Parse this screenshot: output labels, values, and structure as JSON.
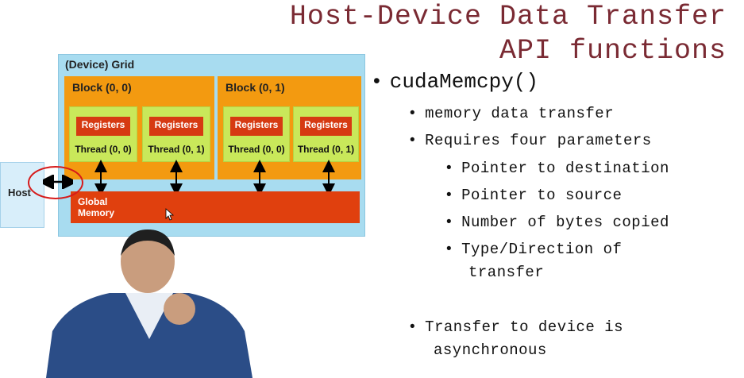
{
  "slide": {
    "title_line1": "Host-Device Data Transfer",
    "title_line2": "API functions"
  },
  "diagram": {
    "grid_label": "(Device) Grid",
    "blocks": [
      {
        "label": "Block (0, 0)",
        "threads": [
          {
            "reg": "Registers",
            "label": "Thread (0, 0)"
          },
          {
            "reg": "Registers",
            "label": "Thread (0, 1)"
          }
        ]
      },
      {
        "label": "Block (0, 1)",
        "threads": [
          {
            "reg": "Registers",
            "label": "Thread (0, 0)"
          },
          {
            "reg": "Registers",
            "label": "Thread (0, 1)"
          }
        ]
      }
    ],
    "memory_line1": "Global",
    "memory_line2": "Memory",
    "host_label": "Host"
  },
  "bullets": {
    "main": "cudaMemcpy()",
    "b1": "memory data transfer",
    "b2": "Requires four parameters",
    "b2a": "Pointer to destination",
    "b2b": "Pointer to source",
    "b2c": "Number of bytes copied",
    "b2d_line1": "Type/Direction of",
    "b2d_line2": "transfer",
    "b3_line1": "Transfer to device is",
    "b3_line2": "asynchronous"
  },
  "colors": {
    "title": "#7a2a33",
    "grid_bg": "#a8dcf0",
    "block": "#f39a10",
    "thread": "#c9e85a",
    "registers": "#d63a12",
    "memory": "#e0400e",
    "highlight_circle": "#d61a1a"
  }
}
